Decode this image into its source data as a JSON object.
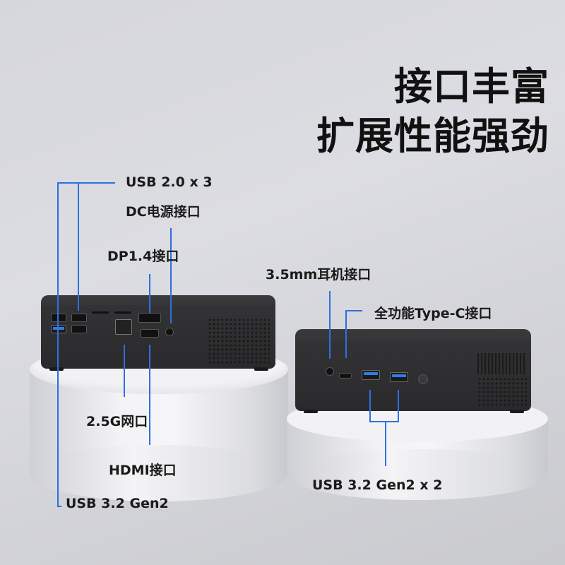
{
  "headline": {
    "line1": "接口丰富",
    "line2": "扩展性能强劲"
  },
  "left_device": {
    "callouts": {
      "usb20": "USB 2.0 x 3",
      "dc_power": "DC电源接口",
      "dp": "DP1.4接口",
      "lan": "2.5G网口",
      "hdmi": "HDMI接口",
      "usb32": "USB 3.2 Gen2"
    }
  },
  "right_device": {
    "callouts": {
      "audio": "3.5mm耳机接口",
      "typec": "全功能Type-C接口",
      "usb32x2": "USB 3.2 Gen2 x 2"
    }
  },
  "colors": {
    "accent_line": "#2f6fe0",
    "background": "#d6d7dc",
    "device": "#2e2e30",
    "text": "#111111"
  }
}
